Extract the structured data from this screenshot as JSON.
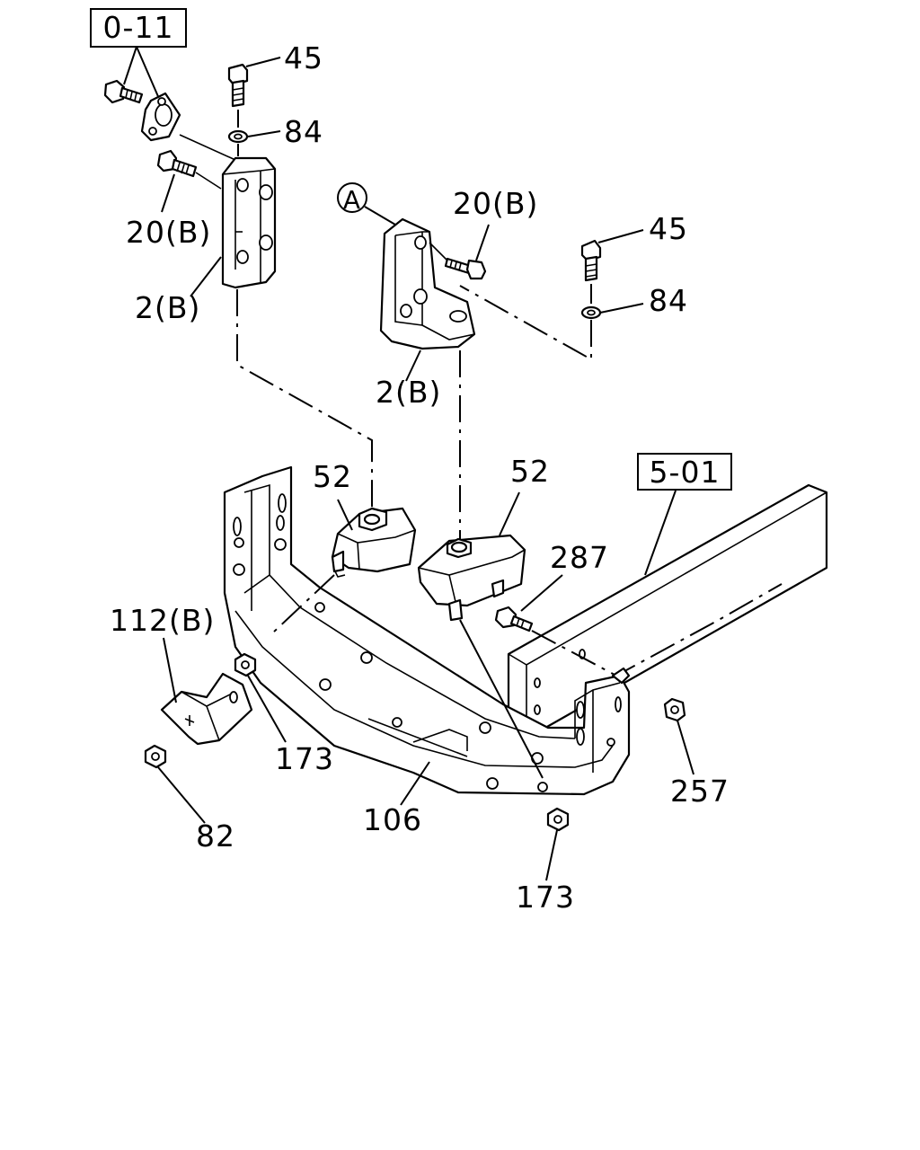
{
  "ref_boxes": {
    "top_left": "0-11",
    "right": "5-01"
  },
  "view_marker": "A",
  "labels": {
    "bolt_45_top": "45",
    "washer_84_top": "84",
    "bolt_20b_left": "20(B)",
    "bracket_2b_left": "2(B)",
    "bolt_20b_right": "20(B)",
    "bracket_2b_right": "2(B)",
    "bolt_45_right": "45",
    "washer_84_right": "84",
    "mount_52_left": "52",
    "mount_52_right": "52",
    "bolt_287": "287",
    "bracket_112b": "112(B)",
    "nut_173_left": "173",
    "nut_82": "82",
    "crossmember_106": "106",
    "nut_173_bottom": "173",
    "nut_257": "257"
  }
}
